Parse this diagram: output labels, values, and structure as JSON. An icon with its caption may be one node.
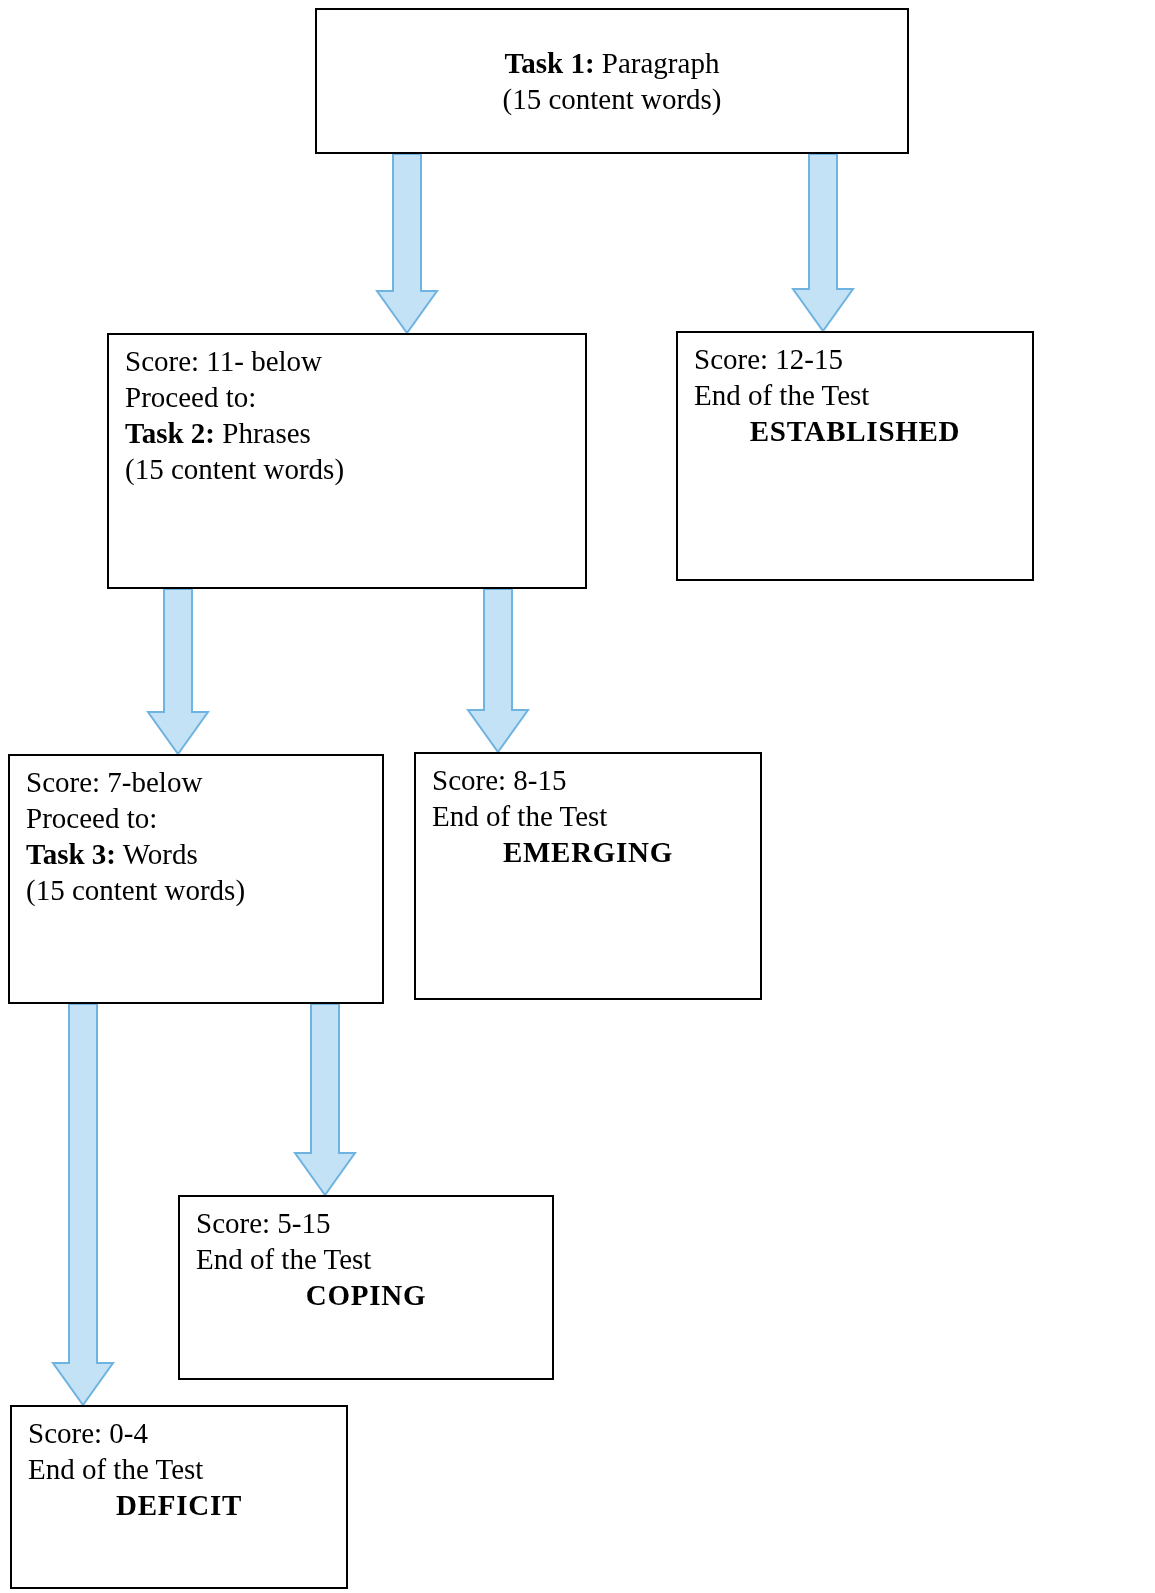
{
  "diagram": {
    "nodes": [
      {
        "text": [
          "**Task 1:** Paragraph",
          "(15 content words)"
        ]
      },
      {
        "text": [
          "Score: 11- below",
          "Proceed to:",
          "**Task 2:** Phrases",
          "(15 content words)"
        ]
      },
      {
        "text": [
          "Score: 12-15",
          "End of the Test",
          "ESTABLISHED"
        ]
      },
      {
        "text": [
          "Score:  7-below",
          "Proceed to:",
          "**Task 3:** Words",
          "(15 content words)"
        ]
      },
      {
        "text": [
          "Score: 8-15",
          "End of the Test",
          "EMERGING"
        ]
      },
      {
        "text": [
          "Score: 5-15",
          "End of the Test",
          "COPING"
        ]
      },
      {
        "text": [
          "Score: 0-4",
          "End of the Test",
          "DEFICIT"
        ]
      }
    ],
    "edges": [
      {
        "from": 0,
        "to": 1,
        "arrow": "to"
      },
      {
        "from": 0,
        "to": 2,
        "arrow": "to"
      },
      {
        "from": 1,
        "to": 3,
        "arrow": "to"
      },
      {
        "from": 1,
        "to": 4,
        "arrow": "to"
      },
      {
        "from": 3,
        "to": 6,
        "arrow": "to"
      },
      {
        "from": 3,
        "to": 5,
        "arrow": "to"
      }
    ]
  }
}
